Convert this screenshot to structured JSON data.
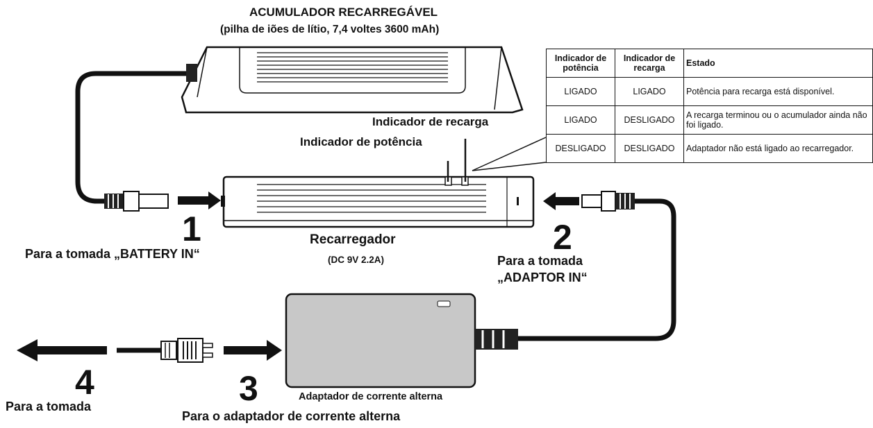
{
  "battery": {
    "title": "ACUMULADOR RECARREGÁVEL",
    "subtitle": "(pilha de iões de lítio, 7,4 voltes 3600 mAh)"
  },
  "charger": {
    "name": "Recarregador",
    "spec": "(DC 9V 2.2A)",
    "charge_indicator_label": "Indicador de recarga",
    "power_indicator_label": "Indicador de potência"
  },
  "adapter": {
    "name": "Adaptador de corrente alterna"
  },
  "steps": [
    {
      "number": "1",
      "label": "Para a tomada „BATTERY IN“"
    },
    {
      "number": "2",
      "label_line1": "Para a tomada",
      "label_line2": "„ADAPTOR IN“"
    },
    {
      "number": "3",
      "label": "Para o adaptador de corrente alterna"
    },
    {
      "number": "4",
      "label": "Para a tomada"
    }
  ],
  "table": {
    "headers": [
      "Indicador de potência",
      "Indicador de recarga",
      "Estado"
    ],
    "rows": [
      [
        "LIGADO",
        "LIGADO",
        "Potência para recarga está disponível."
      ],
      [
        "LIGADO",
        "DESLIGADO",
        "A recarga terminou ou o acumulador ainda não foi ligado."
      ],
      [
        "DESLIGADO",
        "DESLIGADO",
        "Adaptador não está ligado ao recarregador."
      ]
    ]
  }
}
